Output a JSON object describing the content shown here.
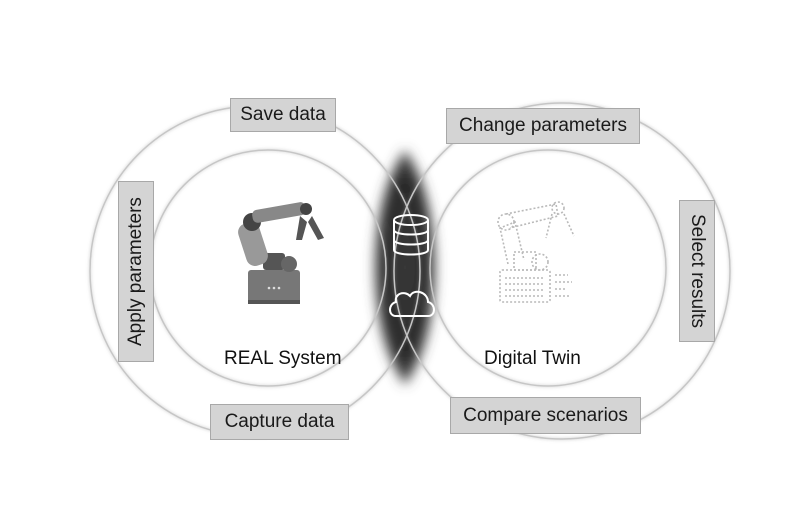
{
  "real_system": {
    "outer_labels": {
      "top": "Save data",
      "left": "Apply parameters",
      "bottom": "Capture data"
    },
    "caption": "REAL System",
    "icon": "robot-arm-icon"
  },
  "digital_twin": {
    "outer_labels": {
      "top": "Change parameters",
      "right": "Select results",
      "bottom": "Compare scenarios"
    },
    "caption": "Digital Twin",
    "icon": "digital-robot-arm-icon"
  },
  "intersection": {
    "icons": [
      "database-icon",
      "cloud-icon"
    ]
  },
  "colors": {
    "label_fill": "#d4d4d4",
    "intersection": "#2f2f2f",
    "circle_stroke": "#c8c8c8"
  }
}
